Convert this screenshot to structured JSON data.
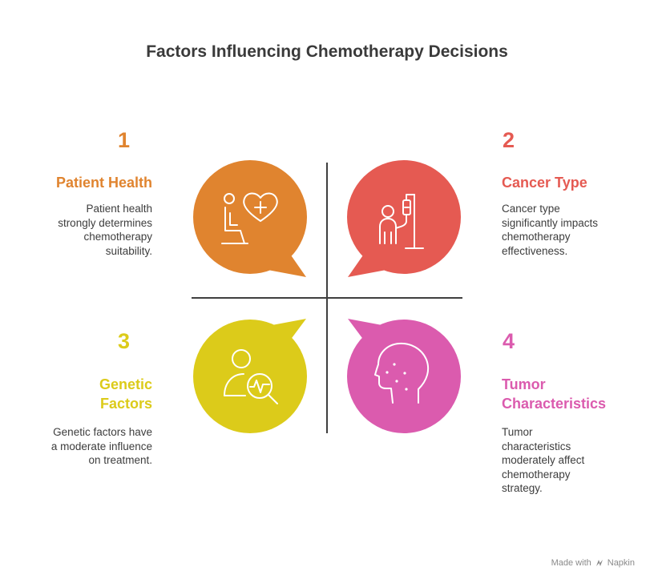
{
  "title": "Factors Influencing Chemotherapy Decisions",
  "colors": {
    "orange": "#E0842F",
    "red": "#E55A52",
    "yellow": "#DCCB1A",
    "pink": "#DB5BAE"
  },
  "quadrants": [
    {
      "number": "1",
      "heading_lines": [
        "Patient Health"
      ],
      "desc_lines": [
        "Patient health",
        "strongly determines",
        "chemotherapy",
        "suitability."
      ],
      "icon": "patient-heart-icon"
    },
    {
      "number": "2",
      "heading_lines": [
        "Cancer Type"
      ],
      "desc_lines": [
        "Cancer type",
        "significantly impacts",
        "chemotherapy",
        "effectiveness."
      ],
      "icon": "iv-drip-patient-icon"
    },
    {
      "number": "3",
      "heading_lines": [
        "Genetic",
        "Factors"
      ],
      "desc_lines": [
        "Genetic factors have",
        "a moderate influence",
        "on treatment."
      ],
      "icon": "person-search-icon"
    },
    {
      "number": "4",
      "heading_lines": [
        "Tumor",
        "Characteristics"
      ],
      "desc_lines": [
        "Tumor",
        "characteristics",
        "moderately affect",
        "chemotherapy",
        "strategy."
      ],
      "icon": "head-profile-icon"
    }
  ],
  "footer": {
    "made_with": "Made with",
    "brand": "Napkin",
    "icon": "napkin-logo-icon"
  }
}
